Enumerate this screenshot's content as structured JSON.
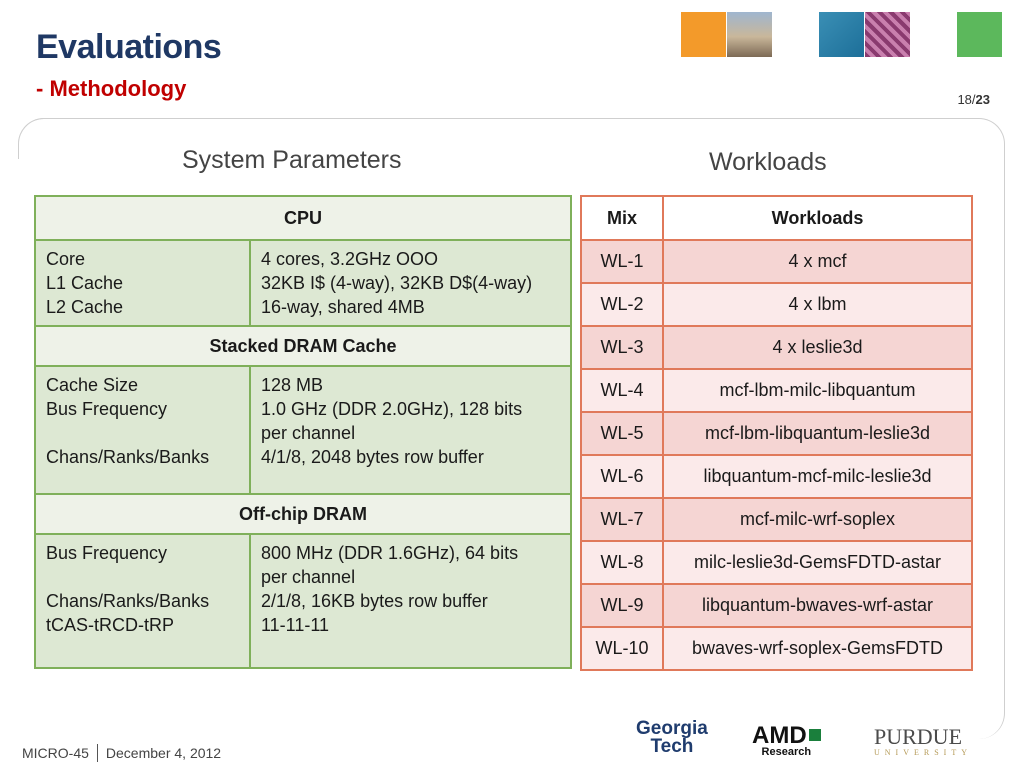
{
  "slide": {
    "title": "Evaluations",
    "subtitle": "- Methodology",
    "page_current": "18/",
    "page_total": "23"
  },
  "left_heading": "System Parameters",
  "right_heading": "Workloads",
  "system_params": {
    "cpu": {
      "header": "CPU",
      "labels": [
        "Core",
        "L1 Cache",
        "L2 Cache"
      ],
      "values": [
        "4 cores, 3.2GHz OOO",
        "32KB I$ (4-way), 32KB D$(4-way)",
        "16-way, shared 4MB"
      ]
    },
    "stacked_dram": {
      "header": "Stacked DRAM Cache",
      "labels": [
        "Cache Size",
        "Bus Frequency",
        "",
        "Chans/Ranks/Banks"
      ],
      "values": [
        "128 MB",
        "1.0 GHz (DDR 2.0GHz), 128 bits",
        "per channel",
        "4/1/8, 2048 bytes row buffer"
      ]
    },
    "offchip_dram": {
      "header": "Off-chip DRAM",
      "labels": [
        "Bus Frequency",
        "",
        "Chans/Ranks/Banks",
        "tCAS-tRCD-tRP"
      ],
      "values": [
        "800 MHz (DDR 1.6GHz), 64 bits",
        "per channel",
        "2/1/8, 16KB bytes row buffer",
        "11-11-11"
      ]
    }
  },
  "workloads": {
    "col_mix": "Mix",
    "col_workloads": "Workloads",
    "rows": [
      {
        "mix": "WL-1",
        "workload": "4 x mcf"
      },
      {
        "mix": "WL-2",
        "workload": "4 x lbm"
      },
      {
        "mix": "WL-3",
        "workload": "4 x leslie3d"
      },
      {
        "mix": "WL-4",
        "workload": "mcf-lbm-milc-libquantum"
      },
      {
        "mix": "WL-5",
        "workload": "mcf-lbm-libquantum-leslie3d"
      },
      {
        "mix": "WL-6",
        "workload": "libquantum-mcf-milc-leslie3d"
      },
      {
        "mix": "WL-7",
        "workload": "mcf-milc-wrf-soplex"
      },
      {
        "mix": "WL-8",
        "workload": "milc-leslie3d-GemsFDTD-astar"
      },
      {
        "mix": "WL-9",
        "workload": "libquantum-bwaves-wrf-astar"
      },
      {
        "mix": "WL-10",
        "workload": "bwaves-wrf-soplex-GemsFDTD"
      }
    ]
  },
  "footer": {
    "conference": "MICRO-45",
    "date": "December 4, 2012"
  },
  "logos": {
    "gt_line1": "Georgia",
    "gt_line2": "Tech",
    "amd": "AMD",
    "amd_sub": "Research",
    "purdue": "PURDUE",
    "purdue_sub": "UNIVERSITY"
  },
  "colors": {
    "title": "#1f3864",
    "subtitle": "#c00000",
    "table_green_border": "#7fb05a",
    "table_orange_border": "#e0795a"
  }
}
